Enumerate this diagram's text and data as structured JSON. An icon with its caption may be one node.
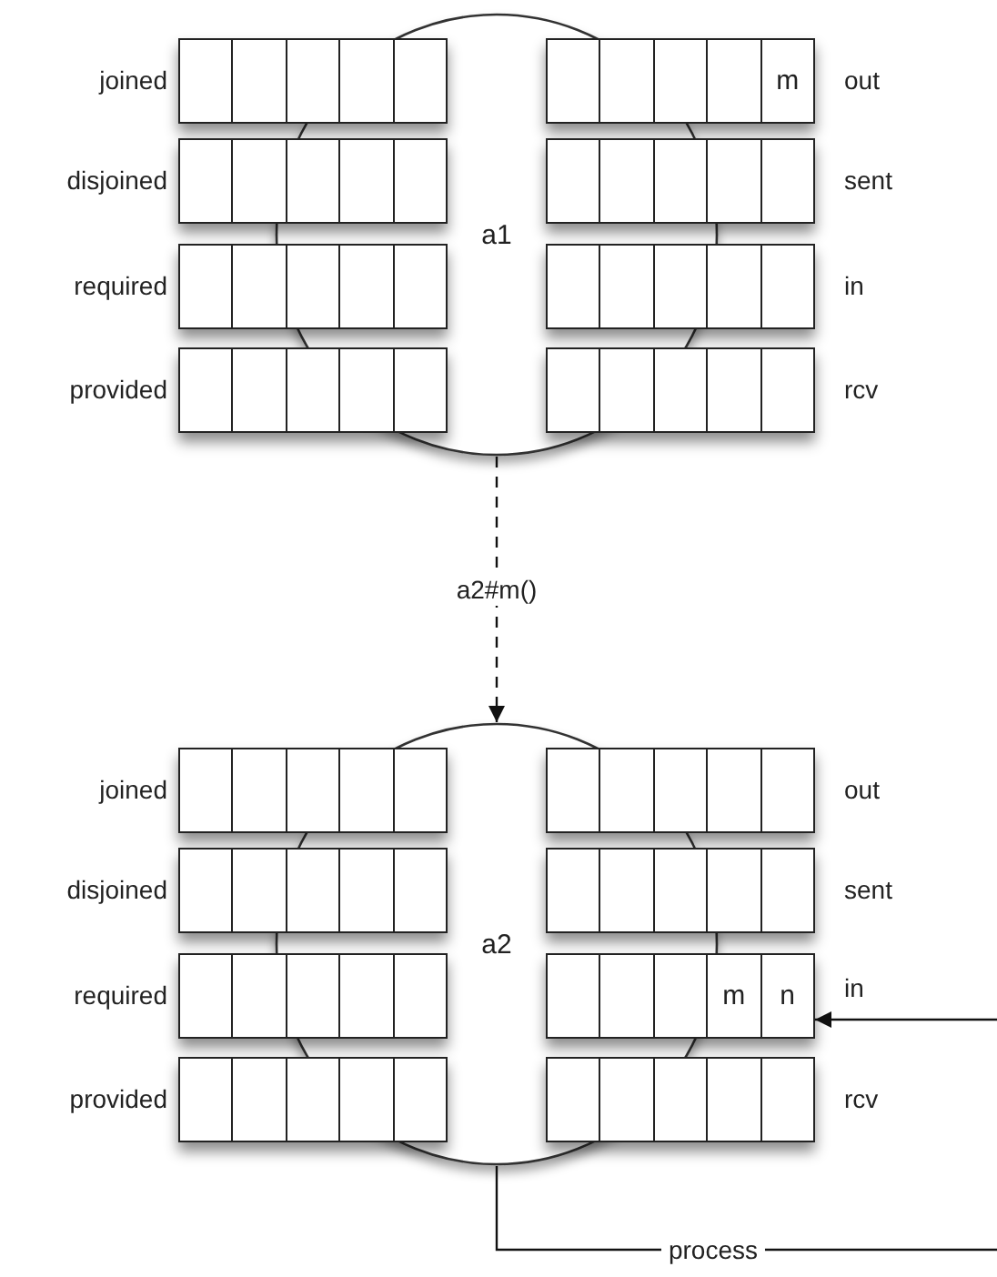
{
  "diagram": {
    "nodes": [
      {
        "text": [
          "a1"
        ]
      },
      {
        "text": [],
        "shape": "box",
        "beside": [
          "joined"
        ]
      },
      {
        "text": [],
        "shape": "box",
        "beside": [
          "out"
        ]
      },
      {
        "text": [
          "m"
        ],
        "in": 2
      },
      {
        "text": [],
        "shape": "box",
        "beside": [
          "disjoined"
        ]
      },
      {
        "text": [],
        "shape": "box",
        "beside": [
          "sent"
        ]
      },
      {
        "text": [],
        "shape": "box",
        "beside": [
          "required"
        ]
      },
      {
        "text": [],
        "shape": "box",
        "beside": [
          "in"
        ]
      },
      {
        "text": [],
        "shape": "box",
        "beside": [
          "provided"
        ]
      },
      {
        "text": [],
        "shape": "box",
        "beside": [
          "rcv"
        ]
      },
      {
        "text": [
          "a2"
        ]
      },
      {
        "text": [],
        "shape": "box",
        "beside": [
          "joined"
        ]
      },
      {
        "text": [],
        "shape": "box",
        "beside": [
          "out"
        ]
      },
      {
        "text": [],
        "shape": "box",
        "beside": [
          "disjoined"
        ]
      },
      {
        "text": [],
        "shape": "box",
        "beside": [
          "sent"
        ]
      },
      {
        "text": [],
        "shape": "box",
        "beside": [
          "required"
        ]
      },
      {
        "text": [],
        "shape": "box",
        "beside": [
          "in"
        ]
      },
      {
        "text": [
          "m"
        ],
        "in": 16
      },
      {
        "text": [
          "n"
        ],
        "in": 16
      },
      {
        "text": [],
        "shape": "box",
        "beside": [
          "provided"
        ]
      },
      {
        "text": [],
        "shape": "box",
        "beside": [
          "rcv"
        ]
      }
    ],
    "edges": [
      {
        "from": 0,
        "to": 10,
        "arrow": "to",
        "style": "dashed",
        "label": "a2#m()"
      },
      {
        "from": null,
        "to": 16,
        "arrow": "to"
      },
      {
        "from": 10,
        "to": null,
        "arrow": "none",
        "label": "process"
      }
    ]
  }
}
